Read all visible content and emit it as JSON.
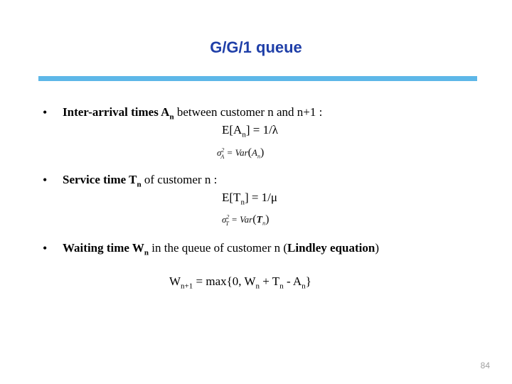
{
  "title": "G/G/1 queue",
  "accent_color": "#5db7e8",
  "title_color": "#1f3fa8",
  "bullets": [
    {
      "bold": "Inter-arrival times A",
      "bold_sub": "n",
      "text": " between customer n and n+1 :",
      "mean_pre": "E[A",
      "mean_sub": "n",
      "mean_post": "] = 1/λ",
      "var": {
        "sigma": "σ",
        "sup": "2",
        "sub": "A",
        "eq": " = Var",
        "open": "(",
        "arg": "A",
        "arg_sub": "n",
        "close": ")"
      }
    },
    {
      "bold": "Service time T",
      "bold_sub": "n",
      "text": " of customer n :",
      "mean_pre": "E[T",
      "mean_sub": "n",
      "mean_post": "] = 1/μ",
      "var": {
        "sigma": "σ",
        "sup": "2",
        "sub": "T",
        "eq": " = Var",
        "open": "(",
        "arg": "T",
        "arg_sub": "n",
        "close": ")"
      }
    },
    {
      "bold": "Waiting time W",
      "bold_sub": "n",
      "text": " in the queue of customer n (",
      "bold2": "Lindley equation",
      "text2": ")"
    }
  ],
  "lindley": {
    "w": "W",
    "w_sub": "n+1",
    "mid": " = max{0, W",
    "wn_sub": "n",
    "plus": " + T",
    "tn_sub": "n",
    "minus": " - A",
    "an_sub": "n",
    "end": "}"
  },
  "bullet_char": "•",
  "page_number": "84"
}
